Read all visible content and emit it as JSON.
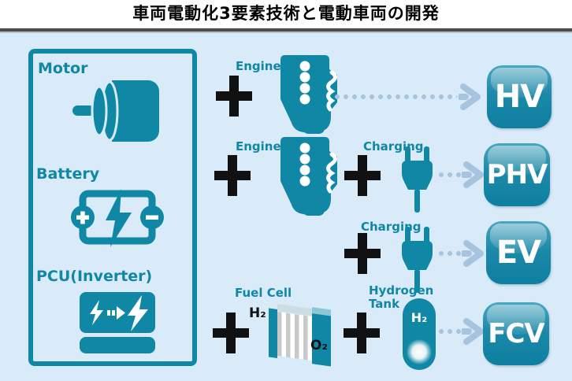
{
  "title": "車両電動化3要素技術と電動車両の開発",
  "colors": {
    "teal": "#0f87a5",
    "background": "#d9eaf8",
    "arrow": "#a7c4de",
    "plus": "#111111",
    "badge_gradient_top": "#4aa6c0",
    "badge_gradient_bottom": "#0d7fa0"
  },
  "panel": {
    "items": [
      {
        "label": "Motor",
        "icon": "motor-icon"
      },
      {
        "label": "Battery",
        "icon": "battery-icon"
      },
      {
        "label": "PCU(Inverter)",
        "icon": "pcu-icon"
      }
    ]
  },
  "rows": {
    "hv": {
      "engine_label": "Engine",
      "badge": "HV"
    },
    "phv": {
      "engine_label": "Engine",
      "charging_label": "Charging",
      "badge": "PHV"
    },
    "ev": {
      "charging_label": "Charging",
      "badge": "EV"
    },
    "fcv": {
      "fuel_cell_label": "Fuel Cell",
      "h2_in": "H₂",
      "o2_in": "O₂",
      "tank_label": "Hydrogen\nTank",
      "tank_h2": "H₂",
      "badge": "FCV"
    }
  }
}
